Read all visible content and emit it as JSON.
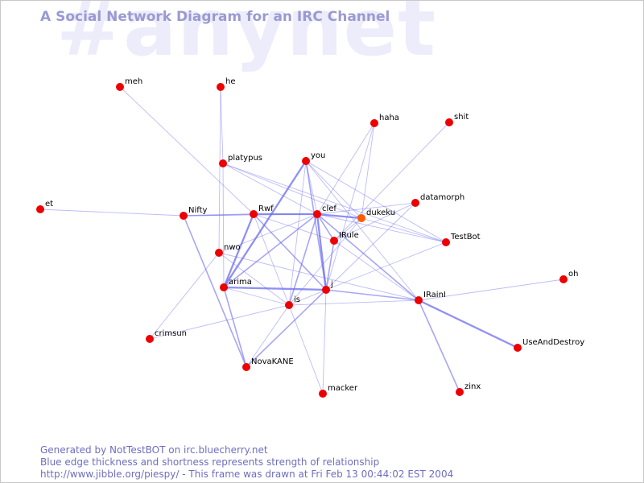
{
  "watermark": "#anynet",
  "title": "A Social Network Diagram for an IRC Channel",
  "colors": {
    "node": "#ee0000",
    "node_highlight": "#ff5a00",
    "edge": "#6b6bf0",
    "title": "#9a9ad2",
    "footer": "#6e6ec0"
  },
  "nodes": [
    {
      "id": "meh",
      "label": "meh"
    },
    {
      "id": "he",
      "label": "he"
    },
    {
      "id": "haha",
      "label": "haha"
    },
    {
      "id": "shit",
      "label": "shit"
    },
    {
      "id": "platypus",
      "label": "platypus"
    },
    {
      "id": "you",
      "label": "you"
    },
    {
      "id": "et",
      "label": "et"
    },
    {
      "id": "Nifty",
      "label": "Nifty"
    },
    {
      "id": "Rwf",
      "label": "Rwf"
    },
    {
      "id": "clef",
      "label": "clef"
    },
    {
      "id": "dukeku",
      "label": "dukeku",
      "highlight": true
    },
    {
      "id": "datamorph",
      "label": "datamorph"
    },
    {
      "id": "TestBot",
      "label": "TestBot"
    },
    {
      "id": "nwo",
      "label": "nwo"
    },
    {
      "id": "IRule",
      "label": "IRule"
    },
    {
      "id": "arima",
      "label": "arima"
    },
    {
      "id": "j",
      "label": "j"
    },
    {
      "id": "is",
      "label": "is"
    },
    {
      "id": "IRainI",
      "label": "IRainI"
    },
    {
      "id": "oh",
      "label": "oh"
    },
    {
      "id": "crimsun",
      "label": "crimsun"
    },
    {
      "id": "NovaKANE",
      "label": "NovaKANE"
    },
    {
      "id": "UseAndDestroy",
      "label": "UseAndDestroy"
    },
    {
      "id": "macker",
      "label": "macker"
    },
    {
      "id": "zinx",
      "label": "zinx"
    }
  ],
  "edges": [
    {
      "source": "meh",
      "target": "Rwf",
      "weight": 1
    },
    {
      "source": "he",
      "target": "platypus",
      "weight": 1
    },
    {
      "source": "he",
      "target": "nwo",
      "weight": 1
    },
    {
      "source": "haha",
      "target": "clef",
      "weight": 1
    },
    {
      "source": "haha",
      "target": "j",
      "weight": 1
    },
    {
      "source": "haha",
      "target": "dukeku",
      "weight": 1
    },
    {
      "source": "shit",
      "target": "IRule",
      "weight": 1
    },
    {
      "source": "platypus",
      "target": "clef",
      "weight": 1
    },
    {
      "source": "platypus",
      "target": "TestBot",
      "weight": 1
    },
    {
      "source": "platypus",
      "target": "arima",
      "weight": 1
    },
    {
      "source": "platypus",
      "target": "dukeku",
      "weight": 1
    },
    {
      "source": "you",
      "target": "clef",
      "weight": 1
    },
    {
      "source": "you",
      "target": "arima",
      "weight": 3
    },
    {
      "source": "you",
      "target": "is",
      "weight": 1
    },
    {
      "source": "you",
      "target": "IRainI",
      "weight": 1
    },
    {
      "source": "you",
      "target": "TestBot",
      "weight": 1
    },
    {
      "source": "you",
      "target": "dukeku",
      "weight": 1
    },
    {
      "source": "you",
      "target": "j",
      "weight": 2
    },
    {
      "source": "et",
      "target": "Nifty",
      "weight": 1
    },
    {
      "source": "Nifty",
      "target": "Rwf",
      "weight": 2
    },
    {
      "source": "Nifty",
      "target": "clef",
      "weight": 1
    },
    {
      "source": "Nifty",
      "target": "NovaKANE",
      "weight": 2
    },
    {
      "source": "Rwf",
      "target": "clef",
      "weight": 3
    },
    {
      "source": "Rwf",
      "target": "arima",
      "weight": 3
    },
    {
      "source": "Rwf",
      "target": "is",
      "weight": 1
    },
    {
      "source": "Rwf",
      "target": "IRule",
      "weight": 1
    },
    {
      "source": "Rwf",
      "target": "j",
      "weight": 2
    },
    {
      "source": "clef",
      "target": "dukeku",
      "weight": 3
    },
    {
      "source": "clef",
      "target": "j",
      "weight": 3
    },
    {
      "source": "clef",
      "target": "IRule",
      "weight": 2
    },
    {
      "source": "clef",
      "target": "IRainI",
      "weight": 2
    },
    {
      "source": "clef",
      "target": "arima",
      "weight": 2
    },
    {
      "source": "clef",
      "target": "nwo",
      "weight": 1
    },
    {
      "source": "clef",
      "target": "is",
      "weight": 2
    },
    {
      "source": "clef",
      "target": "TestBot",
      "weight": 1
    },
    {
      "source": "clef",
      "target": "datamorph",
      "weight": 1
    },
    {
      "source": "dukeku",
      "target": "TestBot",
      "weight": 1
    },
    {
      "source": "dukeku",
      "target": "is",
      "weight": 1
    },
    {
      "source": "dukeku",
      "target": "IRule",
      "weight": 1
    },
    {
      "source": "datamorph",
      "target": "IRule",
      "weight": 1
    },
    {
      "source": "datamorph",
      "target": "j",
      "weight": 1
    },
    {
      "source": "TestBot",
      "target": "j",
      "weight": 1
    },
    {
      "source": "IRule",
      "target": "j",
      "weight": 2
    },
    {
      "source": "IRule",
      "target": "IRainI",
      "weight": 1
    },
    {
      "source": "arima",
      "target": "j",
      "weight": 3
    },
    {
      "source": "arima",
      "target": "is",
      "weight": 1
    },
    {
      "source": "arima",
      "target": "NovaKANE",
      "weight": 2
    },
    {
      "source": "nwo",
      "target": "is",
      "weight": 1
    },
    {
      "source": "nwo",
      "target": "crimsun",
      "weight": 1
    },
    {
      "source": "nwo",
      "target": "IRainI",
      "weight": 1
    },
    {
      "source": "j",
      "target": "IRainI",
      "weight": 2
    },
    {
      "source": "j",
      "target": "is",
      "weight": 1
    },
    {
      "source": "j",
      "target": "NovaKANE",
      "weight": 2
    },
    {
      "source": "j",
      "target": "macker",
      "weight": 1
    },
    {
      "source": "is",
      "target": "crimsun",
      "weight": 1
    },
    {
      "source": "is",
      "target": "IRainI",
      "weight": 1
    },
    {
      "source": "is",
      "target": "NovaKANE",
      "weight": 1
    },
    {
      "source": "is",
      "target": "macker",
      "weight": 1
    },
    {
      "source": "IRainI",
      "target": "oh",
      "weight": 1
    },
    {
      "source": "IRainI",
      "target": "UseAndDestroy",
      "weight": 3
    },
    {
      "source": "IRainI",
      "target": "zinx",
      "weight": 2
    }
  ],
  "footer": {
    "line1": "Generated by NotTestBOT on irc.bluecherry.net",
    "line2": "Blue edge thickness and shortness represents strength of relationship",
    "line3": "http://www.jibble.org/piespy/ - This frame was drawn at Fri Feb 13 00:44:02 EST 2004"
  }
}
